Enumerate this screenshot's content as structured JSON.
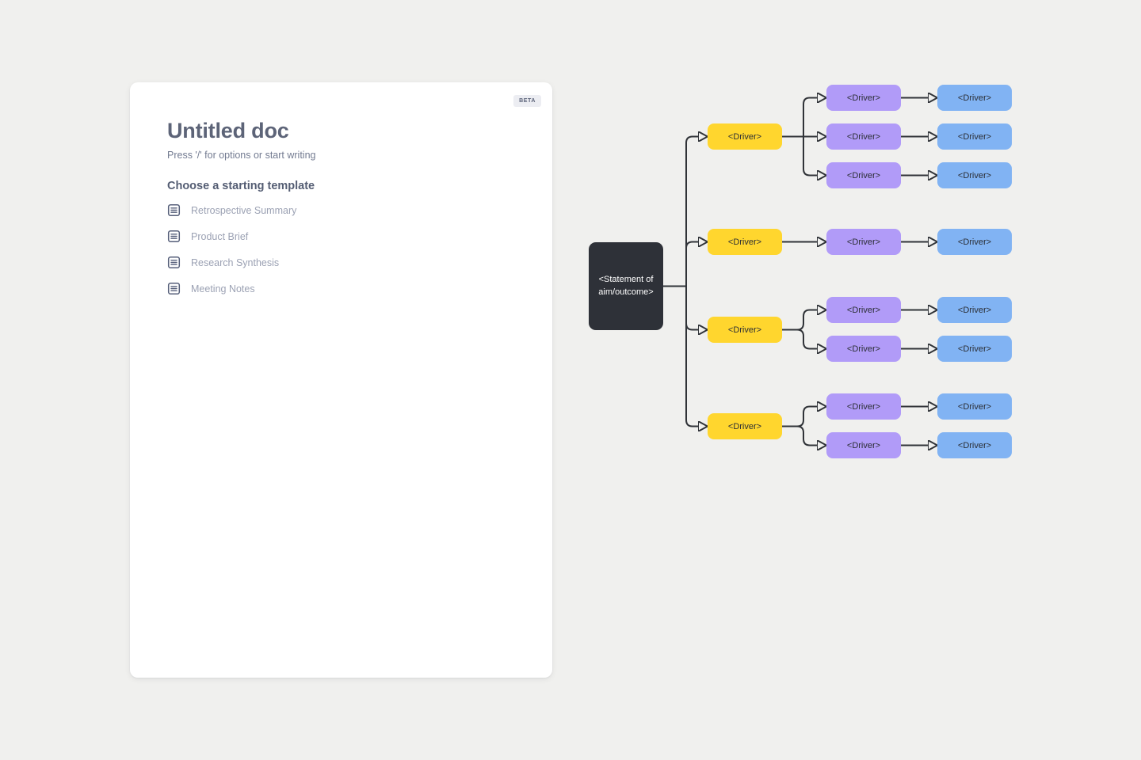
{
  "editor": {
    "beta_label": "BETA",
    "title": "Untitled doc",
    "placeholder": "Press '/' for options or start writing",
    "templates_heading": "Choose a starting template",
    "templates": [
      {
        "label": "Retrospective Summary",
        "icon": "document-icon"
      },
      {
        "label": "Product Brief",
        "icon": "document-icon"
      },
      {
        "label": "Research Synthesis",
        "icon": "document-icon"
      },
      {
        "label": "Meeting Notes",
        "icon": "document-icon"
      }
    ]
  },
  "diagram": {
    "type": "driver-diagram",
    "root_label": "<Statement of aim/outcome>",
    "driver_label": "<Driver>",
    "structure": {
      "level1_count": 4,
      "level2_per_level1": [
        3,
        1,
        2,
        2
      ],
      "level3_per_level2": 1
    },
    "colors": {
      "root_node": "#2e3138",
      "level1_node": "#ffd62e",
      "level2_node": "#b19bf8",
      "level3_node": "#81b3f3",
      "connector": "#303338",
      "canvas_background": "#f0f0ee"
    }
  }
}
